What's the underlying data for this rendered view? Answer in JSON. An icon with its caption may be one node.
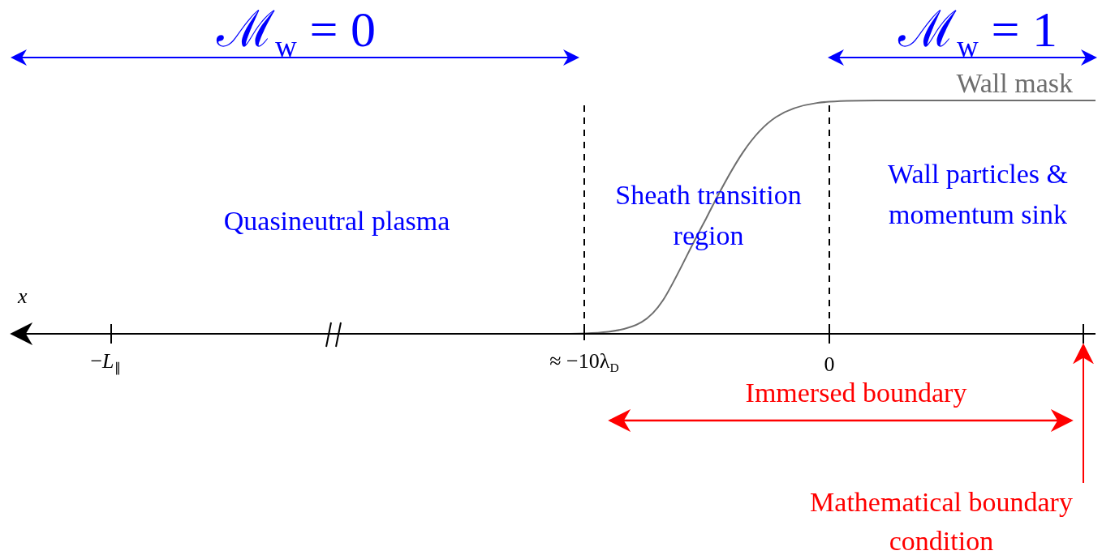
{
  "diagram": {
    "nodes": [
      {
        "text": [
          "Mathematical boundary condition"
        ]
      },
      {
        "text": [],
        "shape": "bar"
      }
    ],
    "edges": [
      {
        "from": 0,
        "to": 1,
        "arrow": "to"
      }
    ],
    "labels": [
      "ℳ$_{w}$ = 0",
      "ℳ$_{w}$ = 1",
      "Wall mask",
      "Sheath transition region",
      "Wall particles & momentum sink",
      "Quasineutral plasma",
      "x",
      "−*L*$_{∥}$",
      "≈ −10λ$_{D}$",
      "0",
      "Immersed boundary"
    ]
  }
}
